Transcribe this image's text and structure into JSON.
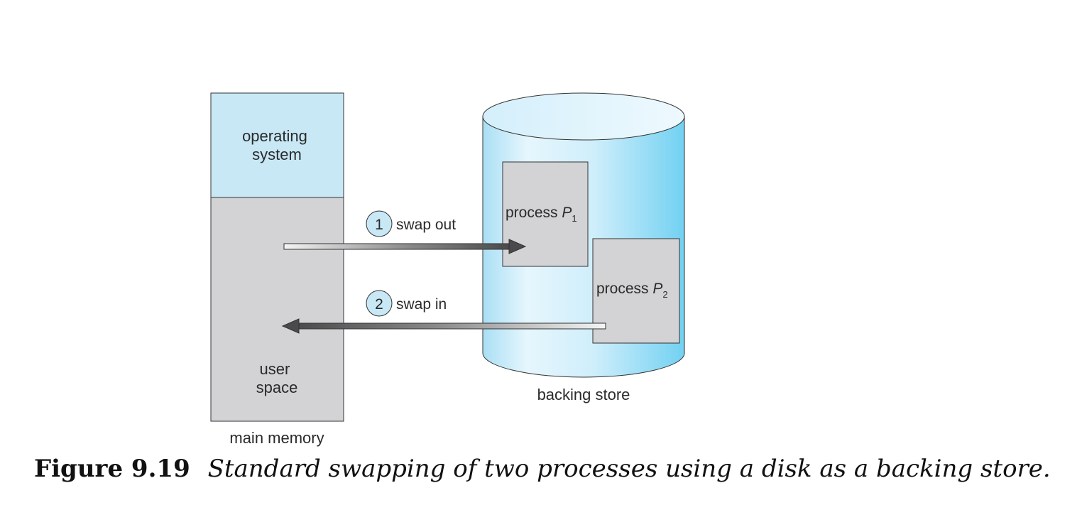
{
  "main_memory": {
    "os_label": [
      "operating",
      "system"
    ],
    "user_label": [
      "user",
      "space"
    ],
    "caption": "main memory"
  },
  "backing_store": {
    "caption": "backing store",
    "process1": {
      "prefix": "process ",
      "var": "P",
      "sub": "1"
    },
    "process2": {
      "prefix": "process ",
      "var": "P",
      "sub": "2"
    }
  },
  "swap_out": {
    "step": "1",
    "label": "swap out"
  },
  "swap_in": {
    "step": "2",
    "label": "swap in"
  },
  "figure": {
    "number": "Figure 9.19",
    "caption": "Standard swapping of two processes using a disk as a backing store."
  },
  "colors": {
    "os_fill": "#c8e8f6",
    "user_fill": "#d3d3d5",
    "disk_light": "#e6f6fd",
    "disk_dark": "#72d1f2",
    "badge_fill": "#c8e8f6"
  }
}
